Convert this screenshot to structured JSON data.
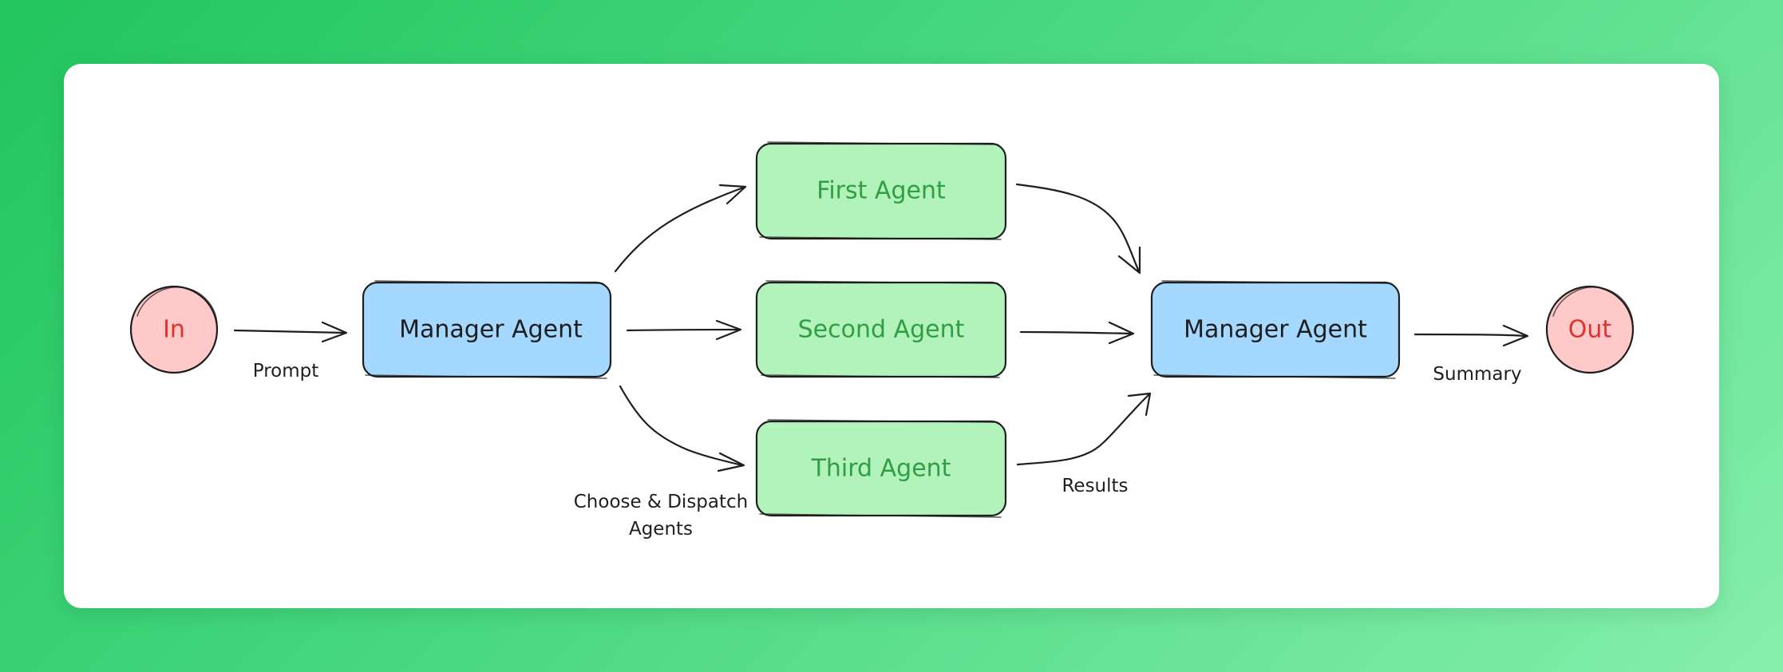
{
  "colors": {
    "terminal_fill": "#ffc9c9",
    "terminal_text": "#e03131",
    "manager_fill": "#a5d8ff",
    "manager_text": "#1e1e1e",
    "agent_fill": "#b2f2bb",
    "agent_text": "#2f9e44"
  },
  "nodes": {
    "input": "In",
    "manager_1": "Manager Agent",
    "agent_1": "First Agent",
    "agent_2": "Second Agent",
    "agent_3": "Third Agent",
    "manager_2": "Manager Agent",
    "output": "Out"
  },
  "edge_labels": {
    "prompt": "Prompt",
    "dispatch_line1": "Choose & Dispatch",
    "dispatch_line2": "Agents",
    "results": "Results",
    "summary": "Summary"
  },
  "edges": [
    {
      "from": "input",
      "to": "manager_1"
    },
    {
      "from": "manager_1",
      "to": "agent_1"
    },
    {
      "from": "manager_1",
      "to": "agent_2"
    },
    {
      "from": "manager_1",
      "to": "agent_3"
    },
    {
      "from": "agent_1",
      "to": "manager_2"
    },
    {
      "from": "agent_2",
      "to": "manager_2"
    },
    {
      "from": "agent_3",
      "to": "manager_2"
    },
    {
      "from": "manager_2",
      "to": "output"
    }
  ]
}
